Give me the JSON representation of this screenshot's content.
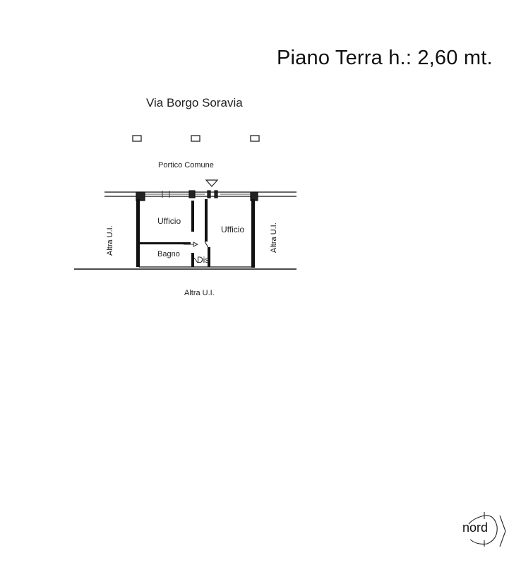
{
  "title": "Piano Terra h.: 2,60 mt.",
  "street": "Via Borgo Soravia",
  "portico": "Portico Comune",
  "rooms": {
    "ufficio_left": "Ufficio",
    "ufficio_right": "Ufficio",
    "bagno": "Bagno",
    "dis": "Dis"
  },
  "neighbors": {
    "left": "Altra U.I.",
    "right": "Altra U.I.",
    "bottom": "Altra U.I."
  },
  "compass": {
    "label": "nord"
  },
  "colors": {
    "ink": "#111111",
    "paper": "#ffffff"
  }
}
